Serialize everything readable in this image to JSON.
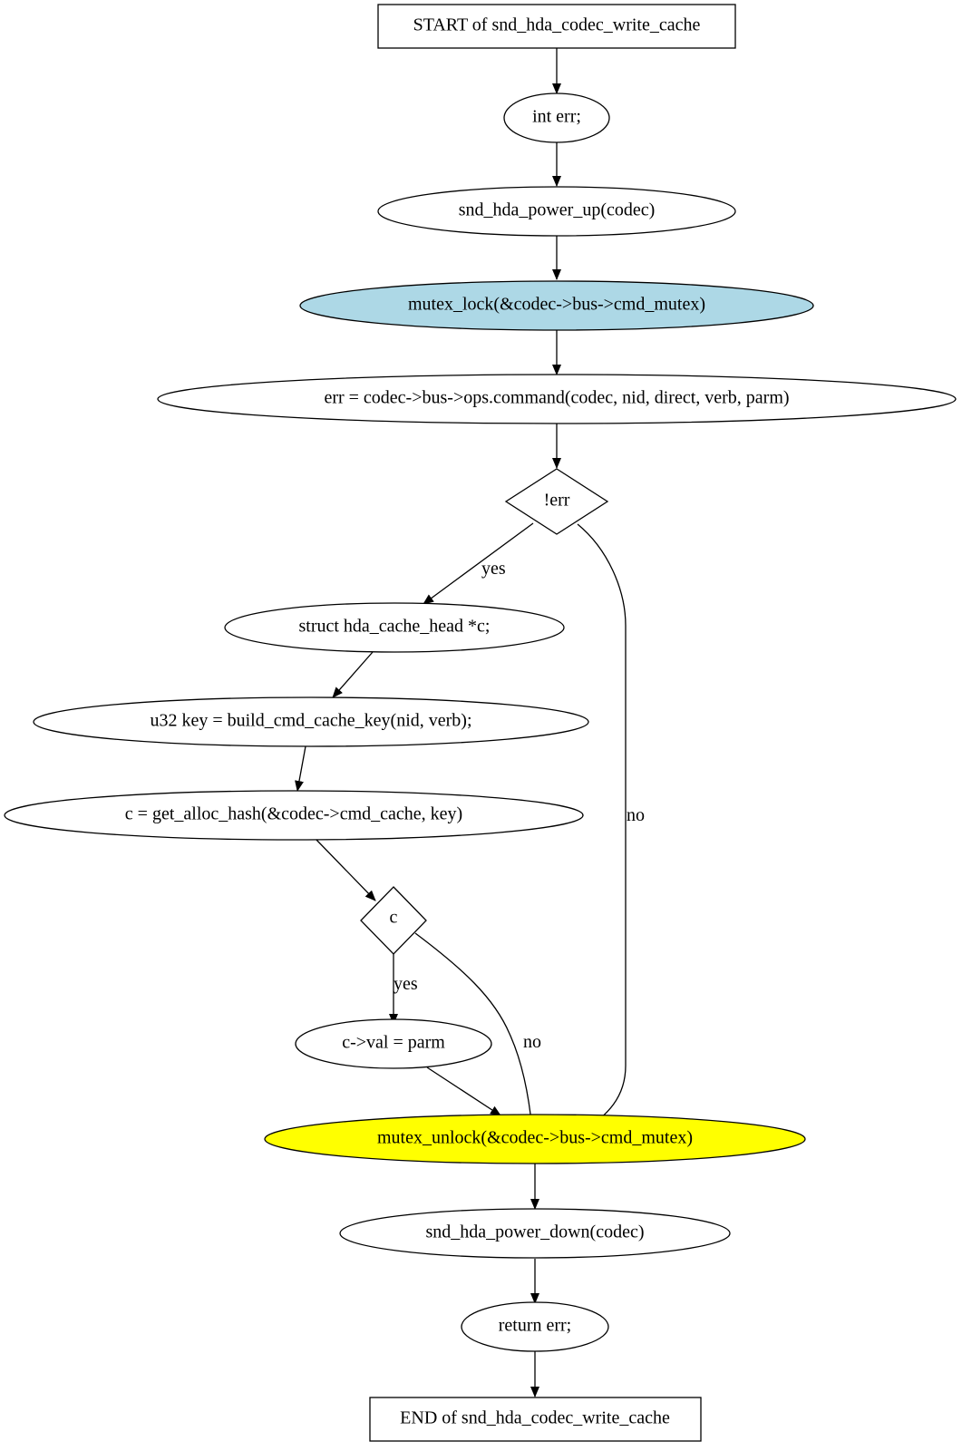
{
  "nodes": {
    "start": "START of snd_hda_codec_write_cache",
    "int_err": "int err;",
    "power_up": "snd_hda_power_up(codec)",
    "mutex_lock": "mutex_lock(&codec->bus->cmd_mutex)",
    "command": "err = codec->bus->ops.command(codec, nid, direct, verb, parm)",
    "cond_err": "!err",
    "cache_head": "struct hda_cache_head *c;",
    "build_key": "u32 key = build_cmd_cache_key(nid, verb);",
    "get_alloc": "c = get_alloc_hash(&codec->cmd_cache, key)",
    "cond_c": "c",
    "assign_val": "c->val = parm",
    "mutex_unlock": "mutex_unlock(&codec->bus->cmd_mutex)",
    "power_down": "snd_hda_power_down(codec)",
    "return_err": "return err;",
    "end": "END of snd_hda_codec_write_cache"
  },
  "edge_labels": {
    "err_yes": "yes",
    "err_no": "no",
    "c_yes": "yes",
    "c_no": "no"
  },
  "colors": {
    "mutex_lock_fill": "#add8e6",
    "mutex_unlock_fill": "#ffff00",
    "default_fill": "#ffffff",
    "stroke": "#000000"
  }
}
